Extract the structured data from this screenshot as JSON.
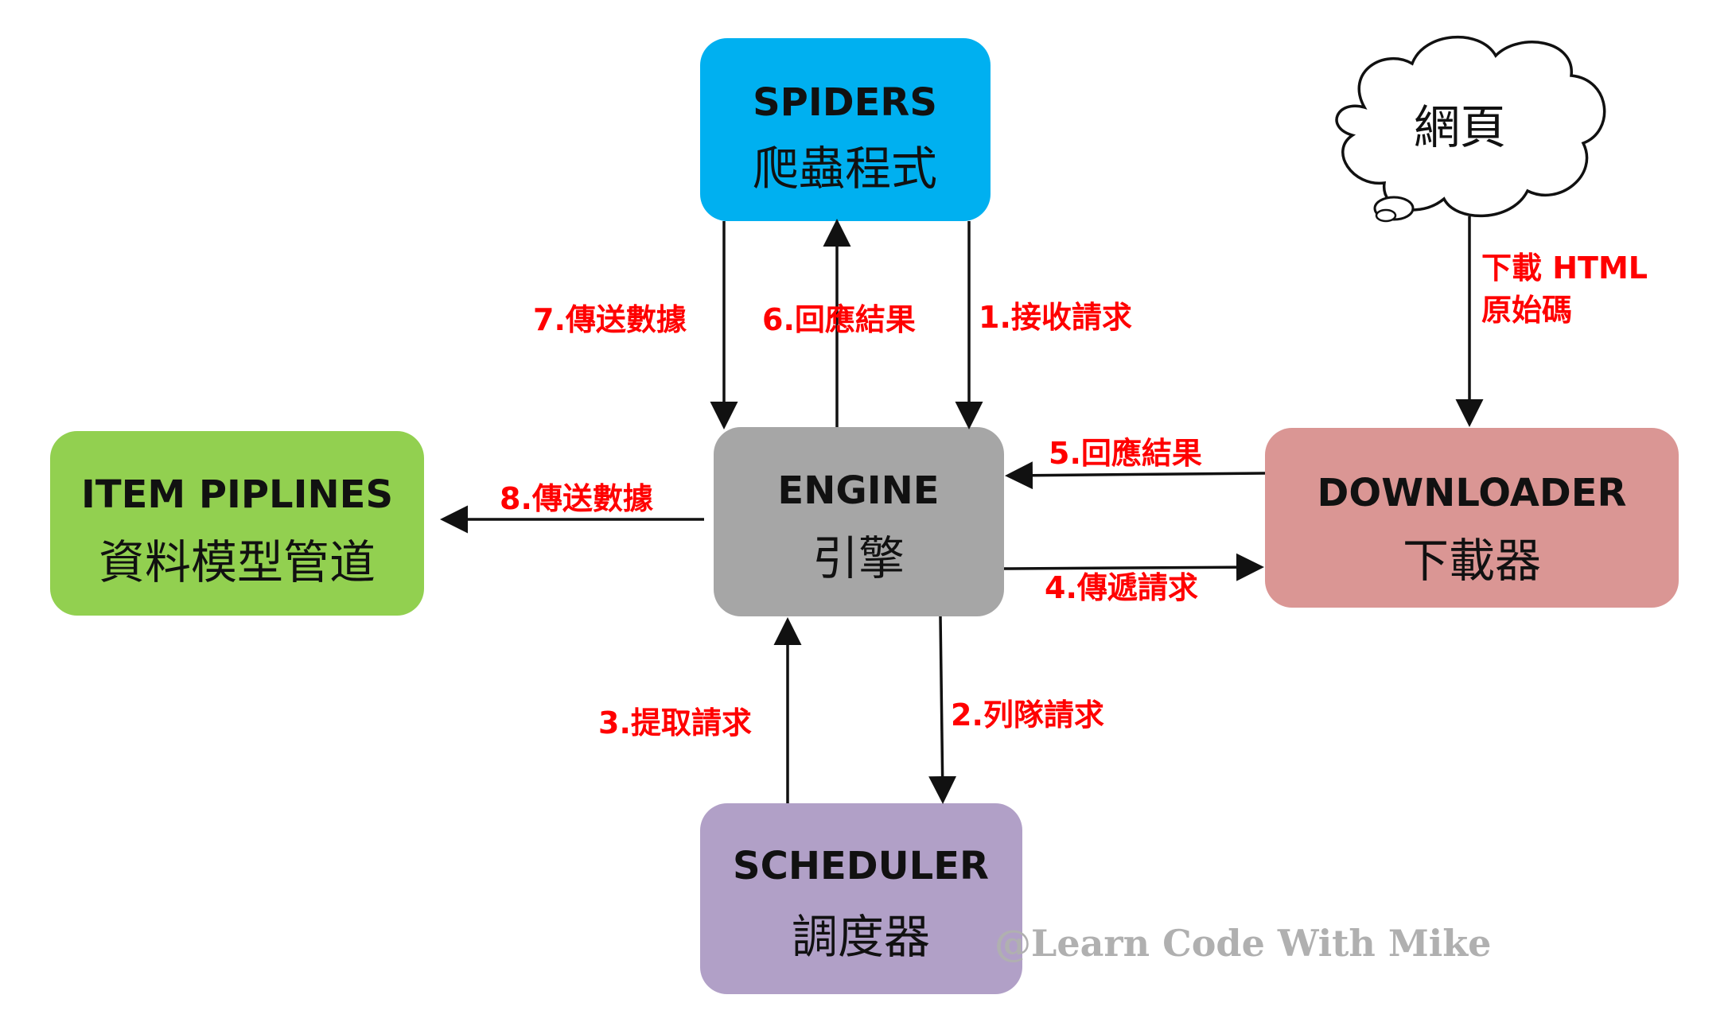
{
  "colors": {
    "spiders": "#00b0f0",
    "engine": "#a6a6a6",
    "downloader": "#da9694",
    "pipelines": "#92d050",
    "scheduler": "#b1a0c7",
    "label_red": "#ff0000"
  },
  "nodes": {
    "spiders": {
      "title": "SPIDERS",
      "subtitle": "爬蟲程式"
    },
    "engine": {
      "title": "ENGINE",
      "subtitle": "引擎"
    },
    "downloader": {
      "title": "DOWNLOADER",
      "subtitle": "下載器"
    },
    "pipelines": {
      "title": "ITEM PIPLINES",
      "subtitle": "資料模型管道"
    },
    "scheduler": {
      "title": "SCHEDULER",
      "subtitle": "調度器"
    },
    "webpage": {
      "label": "網頁",
      "icon": "cloud-icon"
    }
  },
  "edges": {
    "e1": "1.接收請求",
    "e2": "2.列隊請求",
    "e3": "3.提取請求",
    "e4": "4.傳遞請求",
    "e5": "5.回應結果",
    "e6": "6.回應結果",
    "e7": "7.傳送數據",
    "e8": "8.傳送數據",
    "download_line1": "下載 HTML",
    "download_line2": "原始碼"
  },
  "watermark": "@Learn Code With Mike"
}
